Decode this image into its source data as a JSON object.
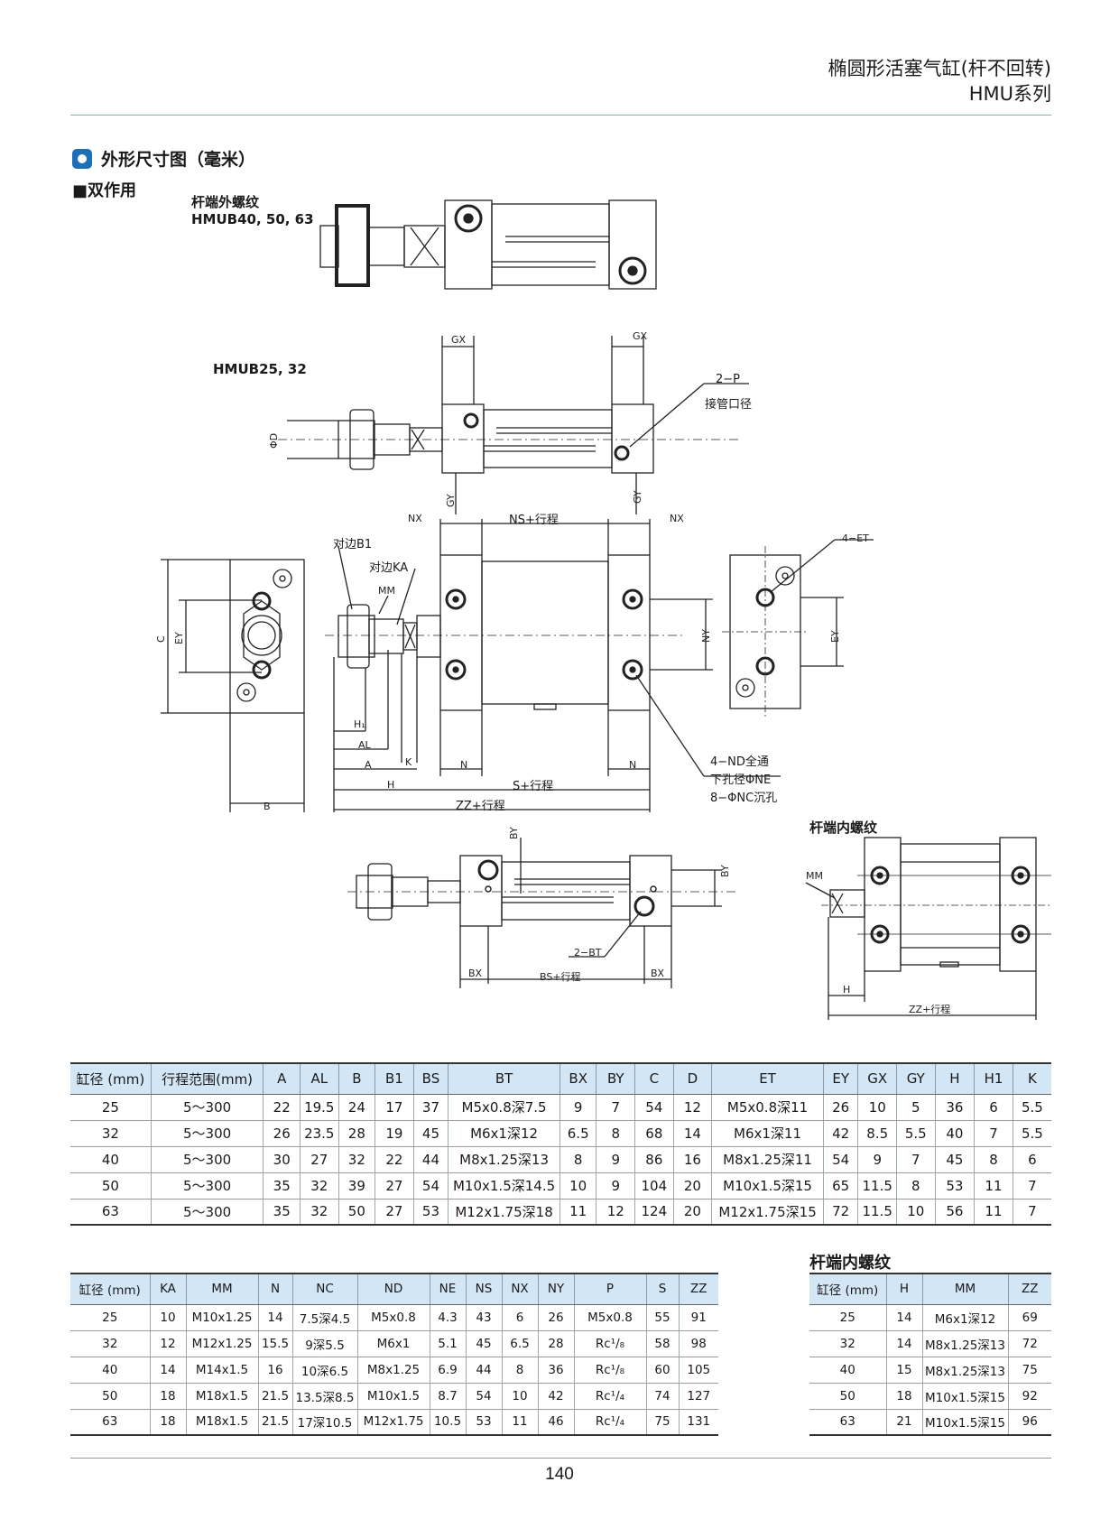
{
  "header": {
    "title_line1": "椭圆形活塞气缸(杆不回转)",
    "title_line2": "HMU系列"
  },
  "section": {
    "title": "外形尺寸图（毫米）",
    "subtitle": "■双作用"
  },
  "drawing_labels": {
    "rod_external": "杆端外螺纹",
    "models_large": "HMUB40, 50, 63",
    "models_small": "HMUB25, 32",
    "rod_internal": "杆端内螺纹",
    "port_count": "2−P",
    "port_desc": "接管口径",
    "b1": "对边B1",
    "ka": "对边KA",
    "mm": "MM",
    "c": "C",
    "ey": "EY",
    "b": "B",
    "h1": "H₁",
    "al": "AL",
    "a": "A",
    "k": "K",
    "h": "H",
    "n": "N",
    "s_stroke": "S+行程",
    "zz_stroke": "ZZ+行程",
    "nx": "NX",
    "ns_stroke": "NS+行程",
    "ny": "NY",
    "gx": "GX",
    "gy": "GY",
    "phi_d": "ΦD",
    "et": "4−ET",
    "nd_line1": "4−ND全通",
    "nd_line2": "下孔径ΦNE",
    "nd_line3": "8−ΦNC沉孔",
    "by": "BY",
    "bt": "2−BT",
    "bx": "BX",
    "bs_stroke": "BS+行程"
  },
  "table1": {
    "headers": [
      "缸径 (mm)",
      "行程范围(mm)",
      "A",
      "AL",
      "B",
      "B1",
      "BS",
      "BT",
      "BX",
      "BY",
      "C",
      "D",
      "ET",
      "EY",
      "GX",
      "GY",
      "H",
      "H1",
      "K"
    ],
    "rows": [
      [
        "25",
        "5～300",
        "22",
        "19.5",
        "24",
        "17",
        "37",
        "M5x0.8深7.5",
        "9",
        "7",
        "54",
        "12",
        "M5x0.8深11",
        "26",
        "10",
        "5",
        "36",
        "6",
        "5.5"
      ],
      [
        "32",
        "5～300",
        "26",
        "23.5",
        "28",
        "19",
        "45",
        "M6x1深12",
        "6.5",
        "8",
        "68",
        "14",
        "M6x1深11",
        "42",
        "8.5",
        "5.5",
        "40",
        "7",
        "5.5"
      ],
      [
        "40",
        "5～300",
        "30",
        "27",
        "32",
        "22",
        "44",
        "M8x1.25深13",
        "8",
        "9",
        "86",
        "16",
        "M8x1.25深11",
        "54",
        "9",
        "7",
        "45",
        "8",
        "6"
      ],
      [
        "50",
        "5～300",
        "35",
        "32",
        "39",
        "27",
        "54",
        "M10x1.5深14.5",
        "10",
        "9",
        "104",
        "20",
        "M10x1.5深15",
        "65",
        "11.5",
        "8",
        "53",
        "11",
        "7"
      ],
      [
        "63",
        "5～300",
        "35",
        "32",
        "50",
        "27",
        "53",
        "M12x1.75深18",
        "11",
        "12",
        "124",
        "20",
        "M12x1.75深15",
        "72",
        "11.5",
        "10",
        "56",
        "11",
        "7"
      ]
    ]
  },
  "table2": {
    "headers": [
      "缸径 (mm)",
      "KA",
      "MM",
      "N",
      "NC",
      "ND",
      "NE",
      "NS",
      "NX",
      "NY",
      "P",
      "S",
      "ZZ"
    ],
    "rows": [
      [
        "25",
        "10",
        "M10x1.25",
        "14",
        "7.5深4.5",
        "M5x0.8",
        "4.3",
        "43",
        "6",
        "26",
        "M5x0.8",
        "55",
        "91"
      ],
      [
        "32",
        "12",
        "M12x1.25",
        "15.5",
        "9深5.5",
        "M6x1",
        "5.1",
        "45",
        "6.5",
        "28",
        "Rc¹/₈",
        "58",
        "98"
      ],
      [
        "40",
        "14",
        "M14x1.5",
        "16",
        "10深6.5",
        "M8x1.25",
        "6.9",
        "44",
        "8",
        "36",
        "Rc¹/₈",
        "60",
        "105"
      ],
      [
        "50",
        "18",
        "M18x1.5",
        "21.5",
        "13.5深8.5",
        "M10x1.5",
        "8.7",
        "54",
        "10",
        "42",
        "Rc¹/₄",
        "74",
        "127"
      ],
      [
        "63",
        "18",
        "M18x1.5",
        "21.5",
        "17深10.5",
        "M12x1.75",
        "10.5",
        "53",
        "11",
        "46",
        "Rc¹/₄",
        "75",
        "131"
      ]
    ]
  },
  "table3": {
    "title": "杆端内螺纹",
    "headers": [
      "缸径 (mm)",
      "H",
      "MM",
      "ZZ"
    ],
    "rows": [
      [
        "25",
        "14",
        "M6x1深12",
        "69"
      ],
      [
        "32",
        "14",
        "M8x1.25深13",
        "72"
      ],
      [
        "40",
        "15",
        "M8x1.25深13",
        "75"
      ],
      [
        "50",
        "18",
        "M10x1.5深15",
        "92"
      ],
      [
        "63",
        "21",
        "M10x1.5深15",
        "96"
      ]
    ]
  },
  "page_number": "140"
}
